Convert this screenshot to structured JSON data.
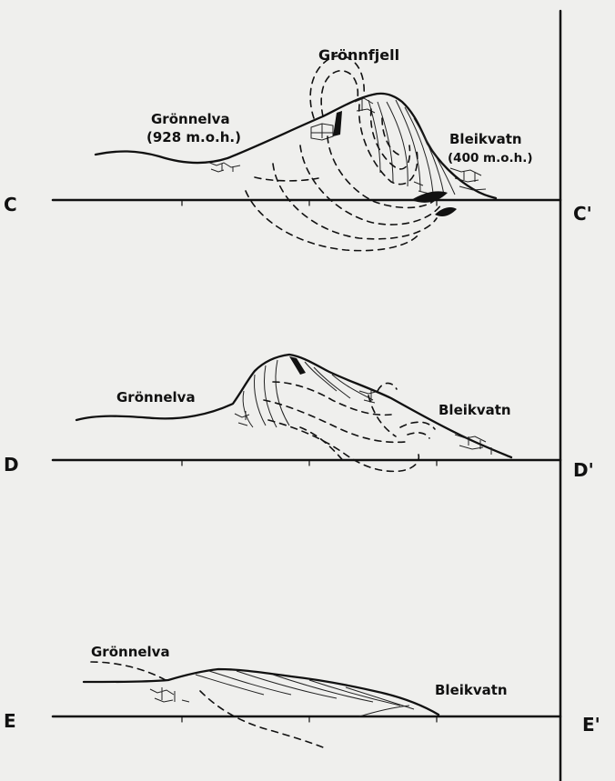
{
  "sections": {
    "c": {
      "left_label": "C",
      "right_label": "C'",
      "peak_label": "Grönnfjell",
      "left_place": "Grönnelva",
      "left_elev": "(928 m.o.h.)",
      "right_place": "Bleikvatn",
      "right_elev": "(400 m.o.h.)"
    },
    "d": {
      "left_label": "D",
      "right_label": "D'",
      "left_place": "Grönnelva",
      "right_place": "Bleikvatn"
    },
    "e": {
      "left_label": "E",
      "right_label": "E'",
      "left_place": "Grönnelva",
      "right_place": "Bleikvatn"
    }
  },
  "colors": {
    "ink": "#111111",
    "paper": "#efefed"
  }
}
